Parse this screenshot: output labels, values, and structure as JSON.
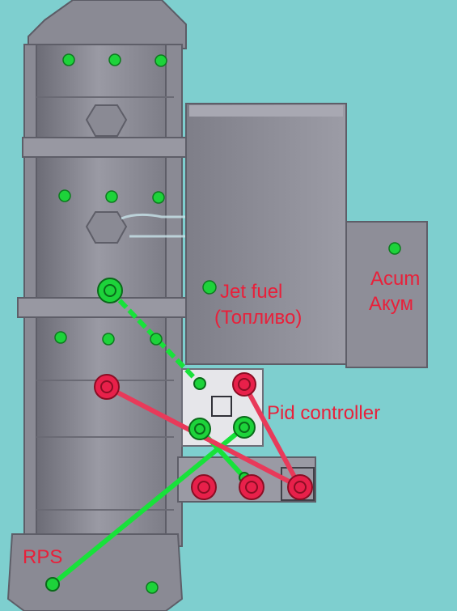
{
  "labels": {
    "jet_fuel": "Jet fuel",
    "jet_fuel_ru": "(Топливо)",
    "acum": "Acum",
    "acum_ru": "Акум",
    "pid_controller": "Pid controller",
    "rps": "RPS"
  },
  "colors": {
    "background": "#7ecfcf",
    "metal": "#8e8e98",
    "metal_dark": "#6e6e78",
    "metal_light": "#a6a6b0",
    "node_green": "#1dd33a",
    "node_red": "#e8204a",
    "wire_green": "#18e23a",
    "wire_red": "#e83a5a",
    "label_red": "#e8203a"
  }
}
